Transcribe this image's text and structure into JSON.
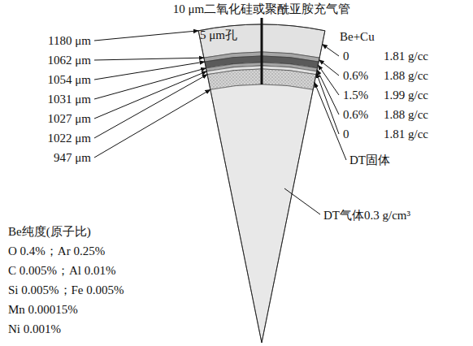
{
  "diagram": {
    "labels": [
      "10 μm二氧化硅或聚酰亚胺充气管",
      "5 μm孔",
      "1180 μm",
      "1062 μm",
      "1054 μm",
      "1031 μm",
      "1027 μm",
      "1022 μm",
      "947 μm",
      "Be+Cu",
      "0",
      "1.81 g/cc",
      "0.6%",
      "1.88 g/cc",
      "1.5%",
      "1.99 g/cc",
      "0.6%",
      "1.88 g/cc",
      "0",
      "1.81 g/cc",
      "DT固体",
      "Be纯度(原子比)",
      "O 0.4%；Ar 0.25%",
      "C 0.005%；Al 0.01%",
      "Si 0.005%；Fe 0.005%",
      "Mn 0.00015%",
      "Ni 0.001%",
      "DT气体0.3 g/cm³"
    ]
  }
}
